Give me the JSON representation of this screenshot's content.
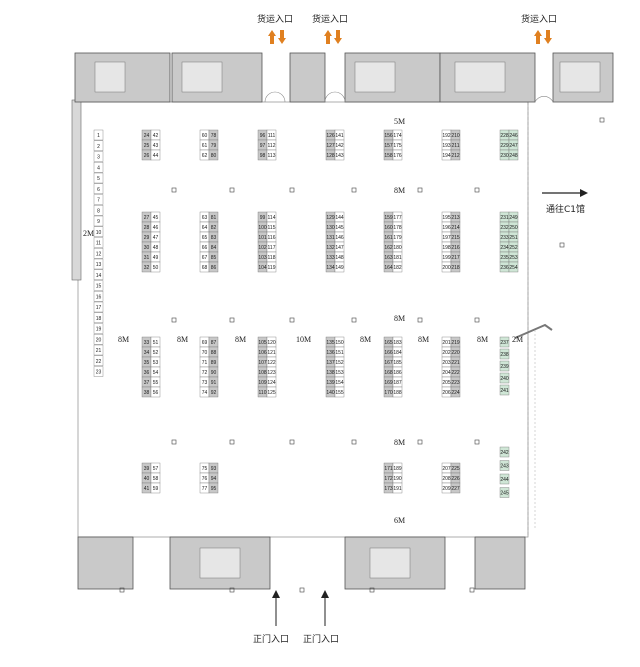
{
  "entrances": {
    "cargo_label": "货运入口",
    "main_label": "正门入口",
    "c1_label": "通往C1馆"
  },
  "aisles": {
    "top": "5M",
    "mid1": "8M",
    "mid2": "8M",
    "mid3": "8M",
    "bottom": "6M",
    "left": "2M",
    "right": "2M",
    "v8": "8M",
    "v10": "10M"
  },
  "colors": {
    "booth_white": "#ffffff",
    "booth_gray": "#c8c8c8",
    "booth_green": "#cfe6d6",
    "structure": "#b9b9b9",
    "wall": "#555555"
  },
  "booths": {
    "left_column": [
      "1",
      "2",
      "3",
      "4",
      "5",
      "6",
      "7",
      "8",
      "9",
      "10",
      "11",
      "12",
      "13",
      "14",
      "15",
      "16",
      "17",
      "18",
      "19",
      "20",
      "21",
      "22",
      "23"
    ],
    "b1": {
      "a": [
        "24",
        "25",
        "26"
      ],
      "b": [
        "42",
        "43",
        "44"
      ]
    },
    "b2": {
      "a": [
        "27",
        "28",
        "29",
        "30",
        "31",
        "32"
      ],
      "b": [
        "45",
        "46",
        "47",
        "48",
        "49",
        "50"
      ]
    },
    "b3": {
      "a": [
        "33",
        "34",
        "35",
        "36",
        "37",
        "38"
      ],
      "b": [
        "51",
        "52",
        "53",
        "54",
        "55",
        "56"
      ]
    },
    "b4": {
      "a": [
        "39",
        "40",
        "41"
      ],
      "b": [
        "57",
        "58",
        "59"
      ]
    },
    "c1": {
      "a": [
        "60",
        "61",
        "62"
      ],
      "b": [
        "78",
        "79",
        "80"
      ]
    },
    "c2": {
      "a": [
        "63",
        "64",
        "65",
        "66",
        "67",
        "68"
      ],
      "b": [
        "81",
        "82",
        "83",
        "84",
        "85",
        "86"
      ]
    },
    "c3": {
      "a": [
        "69",
        "70",
        "71",
        "72",
        "73",
        "74"
      ],
      "b": [
        "87",
        "88",
        "89",
        "90",
        "91",
        "92"
      ]
    },
    "c4": {
      "a": [
        "75",
        "76",
        "77"
      ],
      "b": [
        "93",
        "94",
        "95"
      ]
    },
    "d1": {
      "a": [
        "96",
        "97",
        "98"
      ],
      "b": [
        "111",
        "112",
        "113"
      ]
    },
    "d2": {
      "a": [
        "99",
        "100",
        "101",
        "102",
        "103",
        "104"
      ],
      "b": [
        "114",
        "115",
        "116",
        "117",
        "118",
        "119"
      ]
    },
    "d3": {
      "a": [
        "105",
        "106",
        "107",
        "108",
        "109",
        "110"
      ],
      "b": [
        "120",
        "121",
        "122",
        "123",
        "124",
        "125"
      ]
    },
    "e1": {
      "a": [
        "126",
        "127",
        "128"
      ],
      "b": [
        "141",
        "142",
        "143"
      ]
    },
    "e2": {
      "a": [
        "129",
        "130",
        "131",
        "132",
        "133",
        "134"
      ],
      "b": [
        "144",
        "145",
        "146",
        "147",
        "148",
        "149"
      ]
    },
    "e3": {
      "a": [
        "135",
        "136",
        "137",
        "138",
        "139",
        "140"
      ],
      "b": [
        "150",
        "151",
        "152",
        "153",
        "154",
        "155"
      ]
    },
    "f1": {
      "a": [
        "156",
        "157",
        "158"
      ],
      "b": [
        "174",
        "175",
        "176"
      ]
    },
    "f2": {
      "a": [
        "159",
        "160",
        "161",
        "162",
        "163",
        "164"
      ],
      "b": [
        "177",
        "178",
        "179",
        "180",
        "181",
        "182"
      ]
    },
    "f3": {
      "a": [
        "165",
        "166",
        "167",
        "168",
        "169",
        "170"
      ],
      "b": [
        "183",
        "184",
        "185",
        "186",
        "187",
        "188"
      ]
    },
    "f4": {
      "a": [
        "171",
        "172",
        "173"
      ],
      "b": [
        "189",
        "190",
        "191"
      ]
    },
    "g1": {
      "a": [
        "192",
        "193",
        "194"
      ],
      "b": [
        "210",
        "211",
        "212"
      ]
    },
    "g2": {
      "a": [
        "195",
        "196",
        "197",
        "198",
        "199",
        "200"
      ],
      "b": [
        "213",
        "214",
        "215",
        "216",
        "217",
        "218"
      ]
    },
    "g3": {
      "a": [
        "201",
        "202",
        "203",
        "204",
        "205",
        "206"
      ],
      "b": [
        "219",
        "220",
        "221",
        "222",
        "223",
        "224"
      ]
    },
    "g4": {
      "a": [
        "207",
        "208",
        "209"
      ],
      "b": [
        "225",
        "226",
        "227"
      ]
    },
    "h1": {
      "a": [
        "228",
        "229",
        "230"
      ],
      "b": [
        "246",
        "247",
        "248"
      ]
    },
    "h2": {
      "a": [
        "231",
        "232",
        "233",
        "234",
        "235",
        "236"
      ],
      "b": [
        "249",
        "250",
        "251",
        "252",
        "253",
        "254"
      ]
    },
    "h3": [
      "237",
      "238",
      "239",
      "240",
      "241"
    ],
    "h4": [
      "242",
      "243",
      "244",
      "245"
    ]
  }
}
